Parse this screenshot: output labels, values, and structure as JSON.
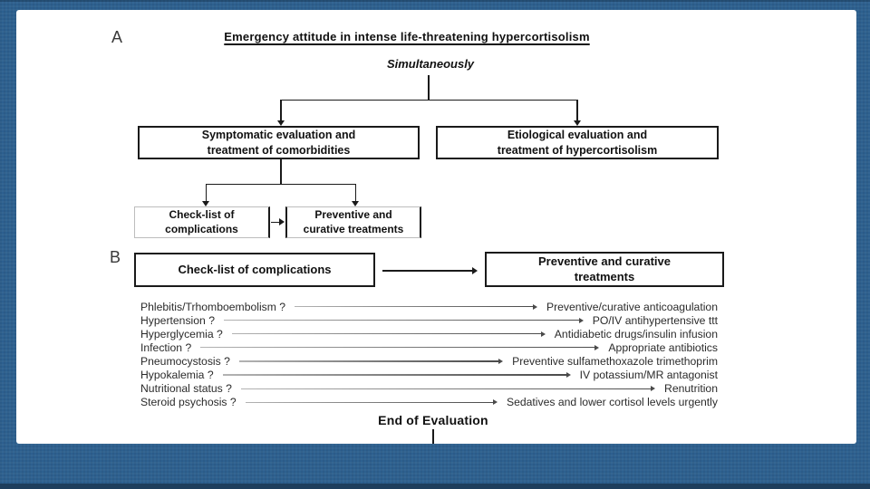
{
  "colors": {
    "background": "#2d608f",
    "bottom_bar": "#1e3e5c",
    "slide": "#ffffff",
    "ink": "#1a1a1a"
  },
  "panel_a": {
    "label": "A",
    "title": "Emergency attitude in intense life-threatening hypercortisolism",
    "annotation": "Simultaneously",
    "box_symptomatic": "Symptomatic evaluation and\ntreatment of comorbidities",
    "box_etiological": "Etiological evaluation and\ntreatment of hypercortisolism",
    "box_checklist": "Check-list of\ncomplications",
    "box_treatments": "Preventive and\ncurative treatments"
  },
  "panel_b": {
    "label": "B",
    "box_checklist": "Check-list of complications",
    "box_treatments": "Preventive and curative\ntreatments",
    "rows": [
      {
        "left": "Phlebitis/Trhomboembolism ?",
        "right": "Preventive/curative anticoagulation"
      },
      {
        "left": "Hypertension ?",
        "right": "PO/IV antihypertensive ttt"
      },
      {
        "left": "Hyperglycemia ?",
        "right": "Antidiabetic drugs/insulin infusion"
      },
      {
        "left": "Infection ?",
        "right": "Appropriate antibiotics"
      },
      {
        "left": "Pneumocystosis ?",
        "right": "Preventive sulfamethoxazole trimethoprim"
      },
      {
        "left": "Hypokalemia ?",
        "right": "IV potassium/MR antagonist"
      },
      {
        "left": "Nutritional status ?",
        "right": "Renutrition"
      },
      {
        "left": "Steroid psychosis ?",
        "right": "Sedatives and lower cortisol levels urgently"
      }
    ],
    "footer": "End of Evaluation"
  }
}
